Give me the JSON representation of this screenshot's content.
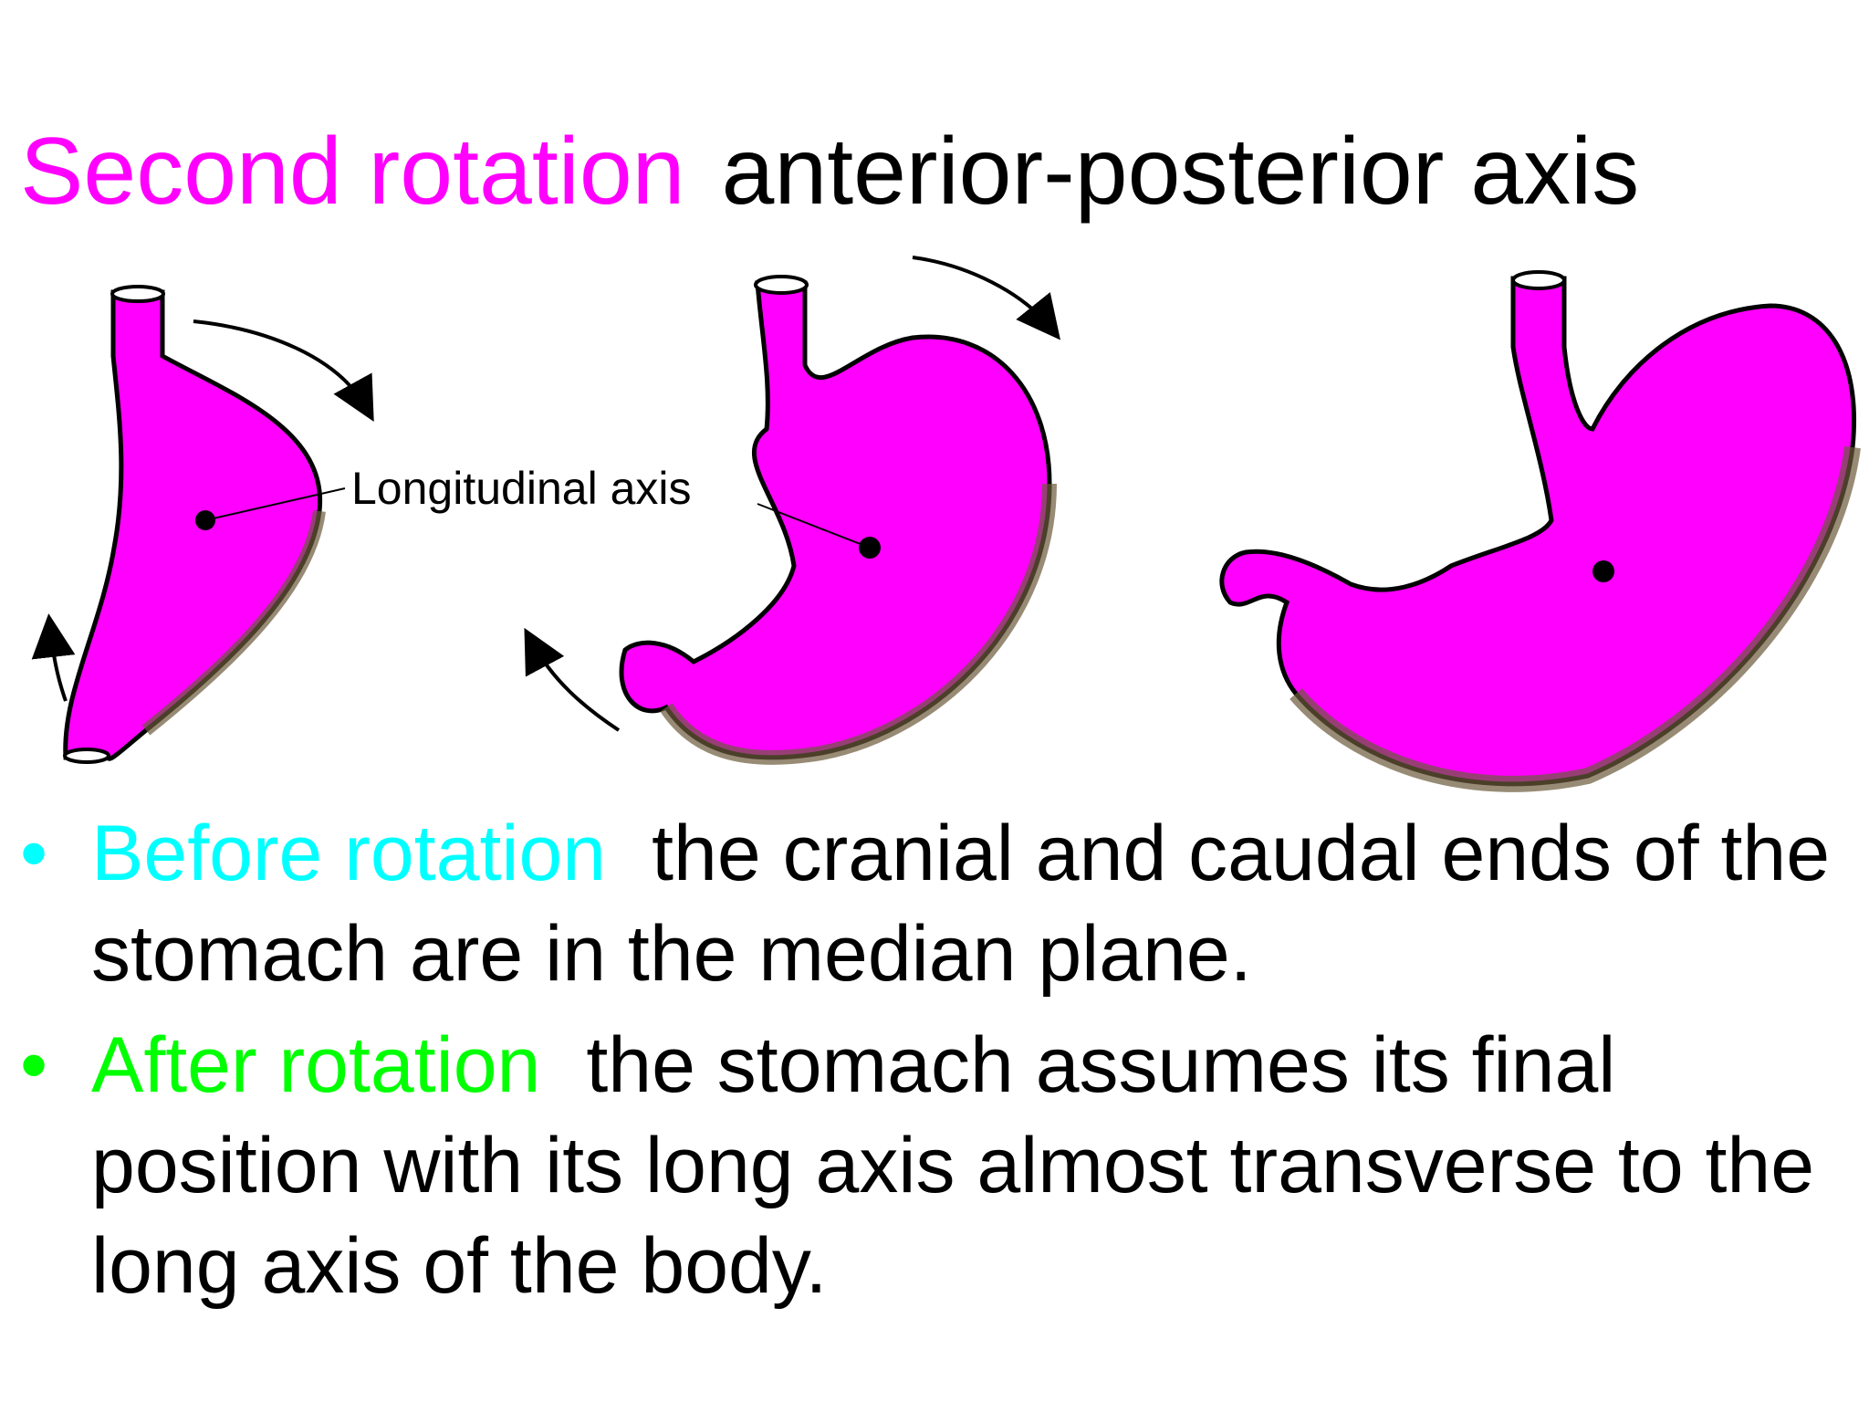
{
  "title": {
    "highlight": "Second rotation",
    "rest": "anterior-posterior axis"
  },
  "diagram": {
    "axis_label": "Longitudinal axis",
    "colors": {
      "stomach": "#ff00ff",
      "outline": "#000000",
      "shadow": "#6b5a3a"
    }
  },
  "bullets": [
    {
      "marker": "•",
      "keyword": "Before rotation",
      "keyword_color": "#00ffff",
      "text": "the cranial and caudal ends of the stomach are in the median plane."
    },
    {
      "marker": "•",
      "keyword": "After rotation",
      "keyword_color": "#00ff00",
      "text": "the stomach assumes its final position with its long axis almost transverse to the long axis of the body."
    }
  ]
}
